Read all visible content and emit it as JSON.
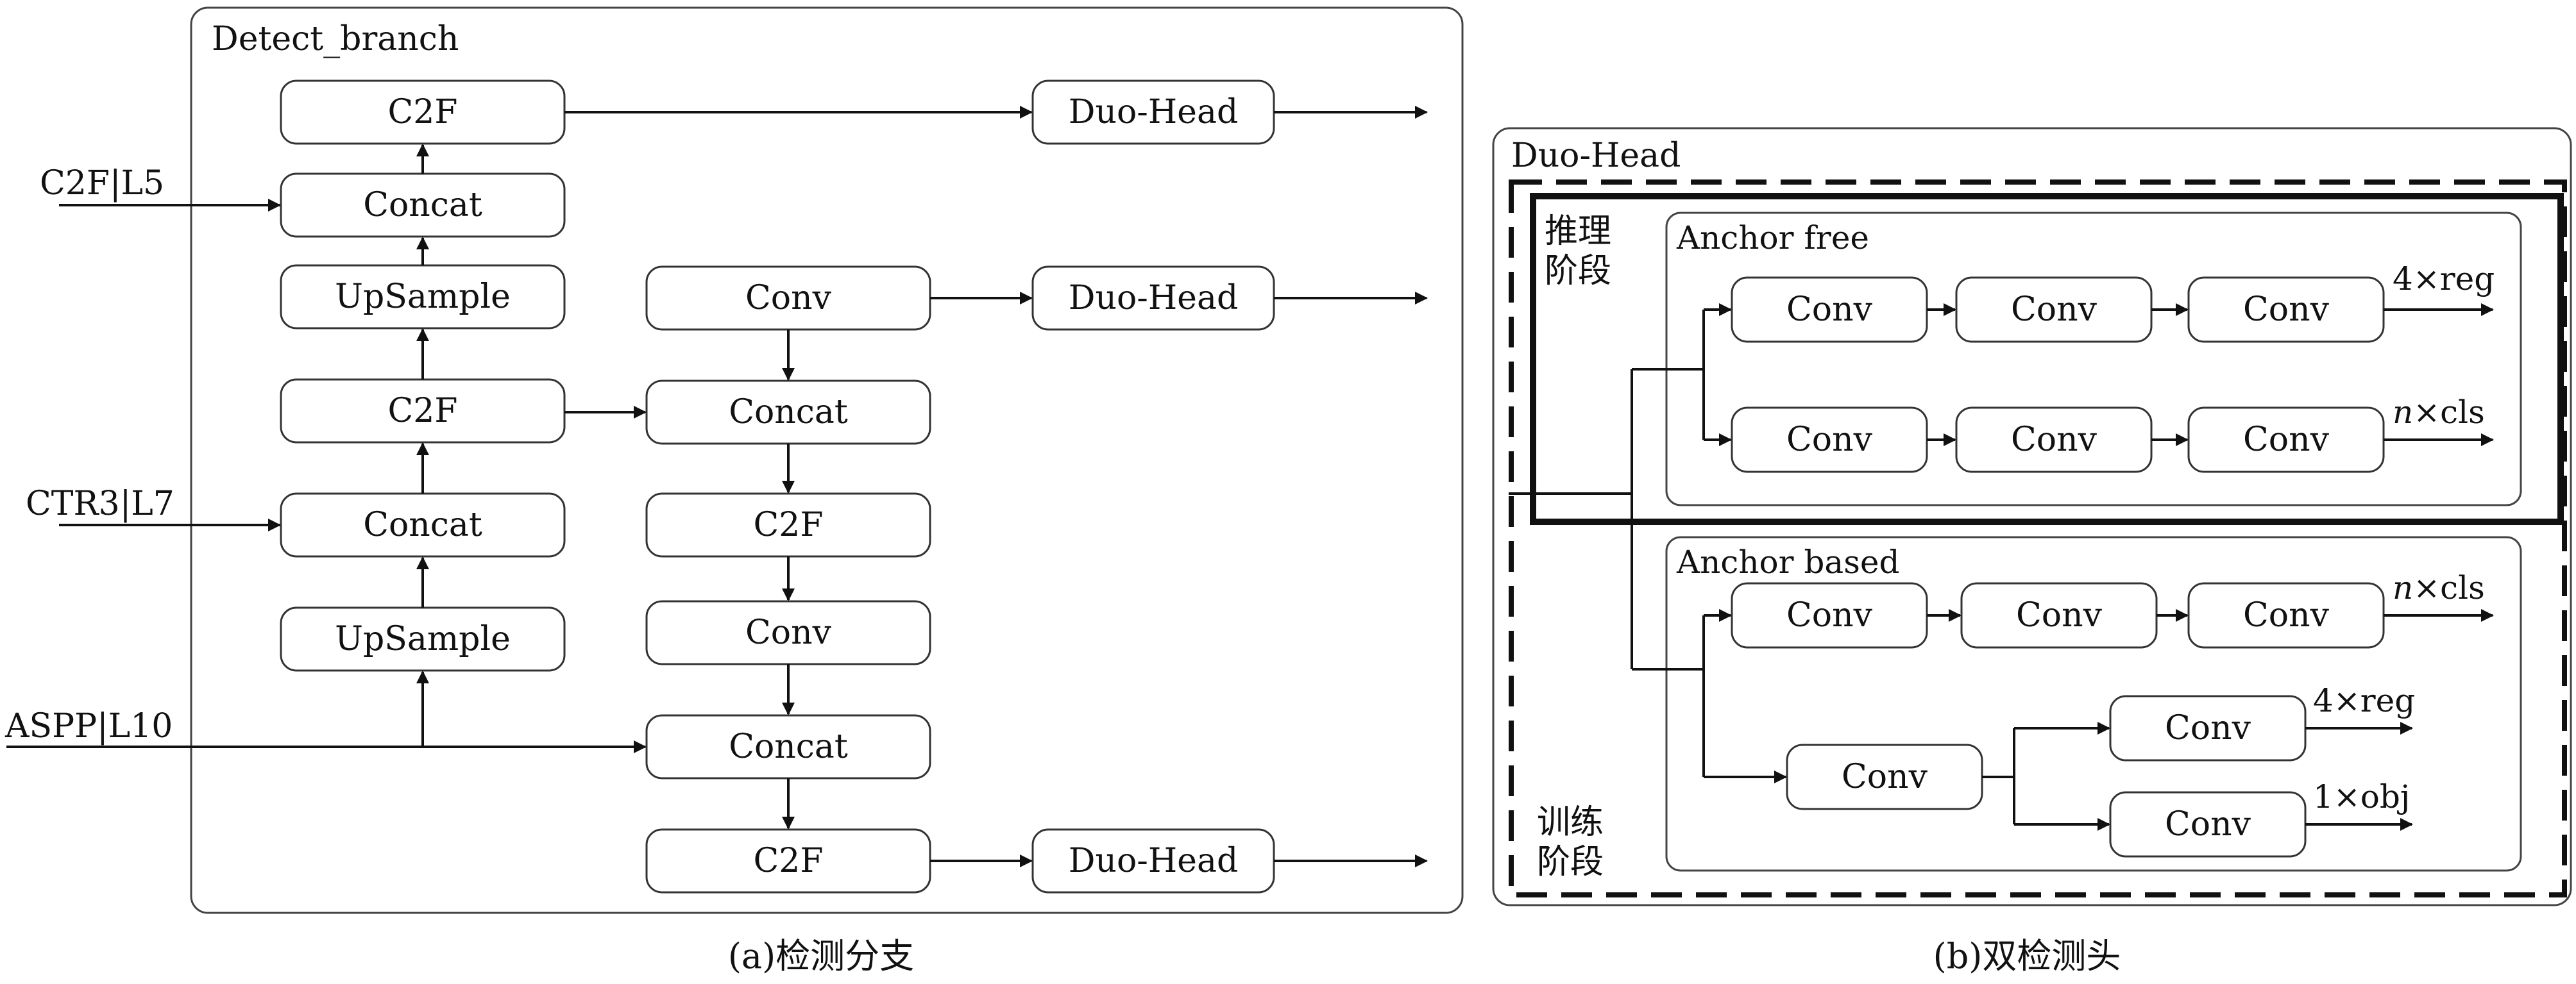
{
  "panel_a": {
    "title": "Detect_branch",
    "caption": "(a)检测分支",
    "inputs": {
      "c2f_l5": "C2F|L5",
      "ctr3_l7": "CTR3|L7",
      "aspp_l10": "ASPP|L10"
    },
    "nodes": {
      "c2f_top": "C2F",
      "concat_1": "Concat",
      "upsample_1": "UpSample",
      "c2f_mid": "C2F",
      "concat_2": "Concat",
      "upsample_2": "UpSample",
      "conv_r1": "Conv",
      "concat_r1": "Concat",
      "c2f_r1": "C2F",
      "conv_r2": "Conv",
      "concat_r2": "Concat",
      "c2f_r2": "C2F",
      "head_top": "Duo-Head",
      "head_mid": "Duo-Head",
      "head_bottom": "Duo-Head"
    }
  },
  "panel_b": {
    "title": "Duo-Head",
    "caption": "(b)双检测头",
    "inference_stage": [
      "推理",
      "阶段"
    ],
    "training_stage": [
      "训练",
      "阶段"
    ],
    "anchor_free": {
      "title": "Anchor free",
      "row1": [
        "Conv",
        "Conv",
        "Conv"
      ],
      "row1_out_num": "4",
      "row1_out_op": "×",
      "row1_out_name": "reg",
      "row2": [
        "Conv",
        "Conv",
        "Conv"
      ],
      "row2_out_num": "n",
      "row2_out_op": "×",
      "row2_out_name": "cls"
    },
    "anchor_based": {
      "title": "Anchor based",
      "row1": [
        "Conv",
        "Conv",
        "Conv"
      ],
      "row1_out_num": "n",
      "row1_out_op": "×",
      "row1_out_name": "cls",
      "split_conv": "Conv",
      "branch_up": "Conv",
      "branch_up_out_num": "4",
      "branch_up_out_op": "×",
      "branch_up_out_name": "reg",
      "branch_down": "Conv",
      "branch_down_out_num": "1",
      "branch_down_out_op": "×",
      "branch_down_out_name": "obj"
    }
  }
}
